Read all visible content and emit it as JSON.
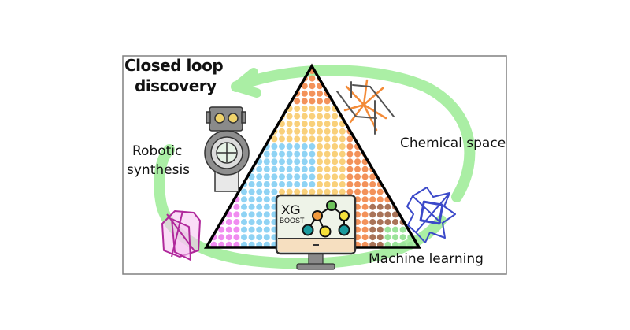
{
  "figure": {
    "title_lines": [
      "Closed loop",
      "discovery"
    ],
    "labels": {
      "robotic_synthesis": [
        "Robotic",
        "synthesis"
      ],
      "chemical_space": "Chemical space",
      "machine_learning": "Machine learning"
    },
    "monitor": {
      "line1": "XG",
      "line2": "BOOST"
    },
    "icons": [
      "closed-loop-arrow-icon",
      "robot-icon",
      "orange-molecular-cage-icon",
      "blue-molecular-cage-icon",
      "pink-molecular-cage-icon",
      "monitor-icon",
      "decision-tree-icon"
    ],
    "colors": {
      "loop_arrow": "#a6eea0",
      "frame": "#808080",
      "triangle_outline": "#000000",
      "region_pink": "#f08cf0",
      "region_blue": "#8fd3f4",
      "region_yellow": "#f9d07a",
      "region_orange": "#f3925a",
      "region_brown": "#a97358",
      "region_green": "#9be39a",
      "tree_green": "#6dc35b",
      "tree_orange": "#f39a3d",
      "tree_yellow": "#f6e13a",
      "tree_teal": "#1a9a9e"
    }
  }
}
